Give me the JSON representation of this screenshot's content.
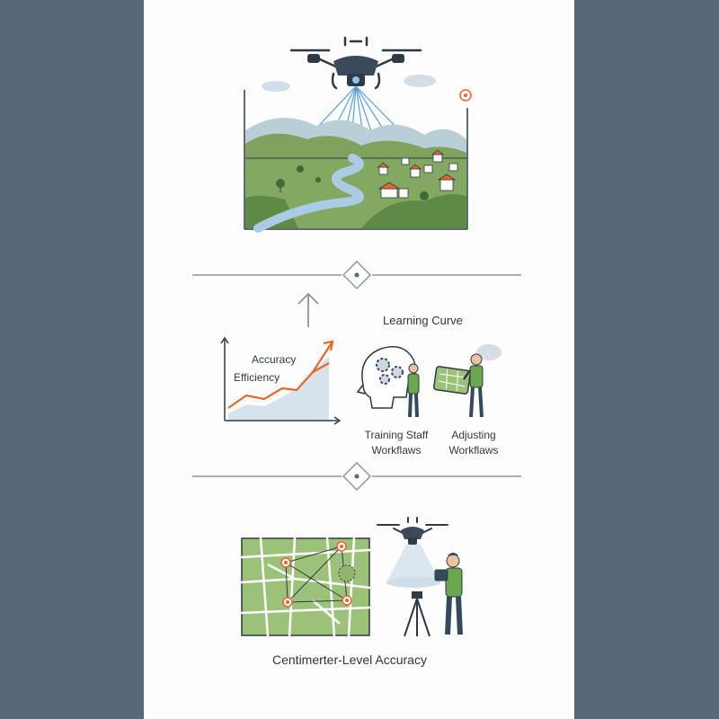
{
  "section_learning": {
    "title": "Learning Curve",
    "chart_labels": {
      "accuracy": "Accuracy",
      "efficiency": "Efficiency"
    },
    "training": {
      "line1": "Training Staff",
      "line2": "Workflaws"
    },
    "adjusting": {
      "line1": "Adjusting",
      "line2": "Workflaws"
    }
  },
  "section_accuracy": {
    "caption": "Centimerter-Level Accuracy"
  },
  "colors": {
    "background": "#566879",
    "panel": "#fdfdfd",
    "accent_orange": "#e8652b",
    "scan_blue": "#3f8fd8",
    "land_green": "#6f9a4f",
    "ink": "#2f3a45"
  },
  "icons": [
    "drone-icon",
    "river-landscape-icon",
    "map-pin-icon",
    "divider-diamond-icon",
    "up-arrow-icon",
    "growth-chart-icon",
    "brain-gears-icon",
    "person-icon",
    "tablet-map-icon",
    "city-map-icon",
    "surveyor-tripod-icon"
  ]
}
